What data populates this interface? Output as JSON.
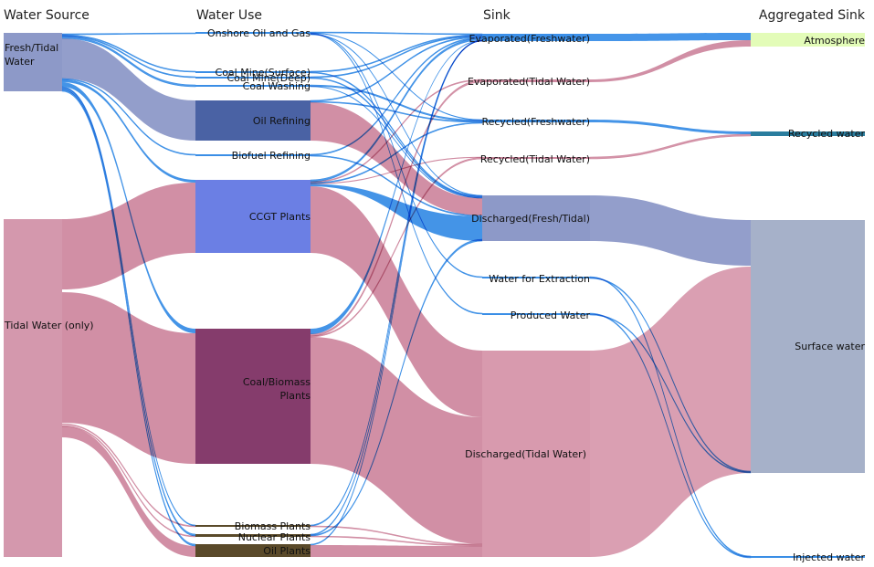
{
  "columns": {
    "source": "Water Source",
    "use": "Water Use",
    "sink": "Sink",
    "aggregated": "Aggregated Sink"
  },
  "colors": {
    "fresh_link": "#3a8ee6",
    "tidal_link": "#cf89a0",
    "fresh_tidal_node": "#8d99c8",
    "tidal_node": "#d498ad",
    "oil_refining": "#4a62a4",
    "ccgt": "#6b7fe4",
    "coal_biomass": "#853c6c",
    "oil_plants": "#5a4a2a",
    "evap_fresh": "#3b8fe8",
    "atmosphere": "#e3fcb8",
    "recycled_water": "#2a7d9e",
    "surface_water": "#a6b1c9",
    "discharged_fresh_tidal": "#8d99c8",
    "discharged_tidal": "#d89aae"
  },
  "nodes": [
    {
      "id": "fresh_tidal",
      "label": "Fresh/Tidal Water",
      "lines": [
        "Fresh/Tidal",
        "Water"
      ],
      "color": "fresh_tidal_node"
    },
    {
      "id": "tidal_only",
      "label": "Tidal Water (only)",
      "color": "tidal_node"
    },
    {
      "id": "onshore",
      "label": "Onshore Oil and Gas",
      "color": "fresh_link"
    },
    {
      "id": "coal_surface",
      "label": "Coal Mine(Surface)",
      "color": "fresh_link"
    },
    {
      "id": "coal_deep",
      "label": "Coal Mine(Deep)",
      "color": "fresh_link"
    },
    {
      "id": "coal_washing",
      "label": "Coal Washing",
      "color": "fresh_link"
    },
    {
      "id": "oil_refining",
      "label": "Oil Refining",
      "color": "oil_refining"
    },
    {
      "id": "biofuel",
      "label": "Biofuel Refining",
      "color": "fresh_link"
    },
    {
      "id": "ccgt",
      "label": "CCGT Plants",
      "color": "ccgt"
    },
    {
      "id": "coal_biomass",
      "label": "Coal/Biomass Plants",
      "lines": [
        "Coal/Biomass",
        "Plants"
      ],
      "color": "coal_biomass"
    },
    {
      "id": "biomass_plants",
      "label": "Biomass Plants",
      "color": "oil_plants"
    },
    {
      "id": "nuclear",
      "label": "Nuclear Plants",
      "color": "oil_plants"
    },
    {
      "id": "oil_plants",
      "label": "Oil Plants",
      "color": "oil_plants"
    },
    {
      "id": "evap_fresh",
      "label": "Evaporated(Freshwater)",
      "color": "evap_fresh"
    },
    {
      "id": "evap_tidal",
      "label": "Evaporated(Tidal Water)",
      "color": "tidal_link"
    },
    {
      "id": "recyc_fresh",
      "label": "Recycled(Freshwater)",
      "color": "fresh_link"
    },
    {
      "id": "recyc_tidal",
      "label": "Recycled(Tidal Water)",
      "color": "tidal_link"
    },
    {
      "id": "disch_ft",
      "label": "Discharged(Fresh/Tidal)",
      "color": "discharged_fresh_tidal"
    },
    {
      "id": "extraction",
      "label": "Water for Extraction",
      "color": "fresh_link"
    },
    {
      "id": "produced",
      "label": "Produced Water",
      "color": "fresh_link"
    },
    {
      "id": "disch_tidal",
      "label": "Discharged(Tidal Water)",
      "color": "discharged_tidal"
    },
    {
      "id": "atmosphere",
      "label": "Atmosphere",
      "color": "atmosphere"
    },
    {
      "id": "recycled_water",
      "label": "Recycled water",
      "color": "recycled_water"
    },
    {
      "id": "surface_water",
      "label": "Surface water",
      "color": "surface_water"
    },
    {
      "id": "injected",
      "label": "Injected water",
      "color": "fresh_link"
    }
  ],
  "links": [
    {
      "source": "fresh_tidal",
      "target": "onshore",
      "color": "fresh_link"
    },
    {
      "source": "fresh_tidal",
      "target": "coal_surface",
      "color": "fresh_link"
    },
    {
      "source": "fresh_tidal",
      "target": "coal_deep",
      "color": "fresh_link"
    },
    {
      "source": "fresh_tidal",
      "target": "coal_washing",
      "color": "fresh_link"
    },
    {
      "source": "fresh_tidal",
      "target": "oil_refining",
      "color": "fresh_tidal_node"
    },
    {
      "source": "fresh_tidal",
      "target": "biofuel",
      "color": "fresh_link"
    },
    {
      "source": "fresh_tidal",
      "target": "ccgt",
      "color": "fresh_link"
    },
    {
      "source": "fresh_tidal",
      "target": "coal_biomass",
      "color": "fresh_link"
    },
    {
      "source": "fresh_tidal",
      "target": "biomass_plants",
      "color": "fresh_link"
    },
    {
      "source": "fresh_tidal",
      "target": "nuclear",
      "color": "fresh_link"
    },
    {
      "source": "fresh_tidal",
      "target": "oil_plants",
      "color": "fresh_link"
    },
    {
      "source": "tidal_only",
      "target": "ccgt",
      "color": "tidal_link"
    },
    {
      "source": "tidal_only",
      "target": "coal_biomass",
      "color": "tidal_link"
    },
    {
      "source": "tidal_only",
      "target": "biomass_plants",
      "color": "tidal_link"
    },
    {
      "source": "tidal_only",
      "target": "nuclear",
      "color": "tidal_link"
    },
    {
      "source": "tidal_only",
      "target": "oil_plants",
      "color": "tidal_link"
    },
    {
      "source": "onshore",
      "target": "evap_fresh",
      "color": "fresh_link"
    },
    {
      "source": "onshore",
      "target": "recyc_fresh",
      "color": "fresh_link"
    },
    {
      "source": "onshore",
      "target": "extraction",
      "color": "fresh_link"
    },
    {
      "source": "onshore",
      "target": "produced",
      "color": "fresh_link"
    },
    {
      "source": "onshore",
      "target": "disch_ft",
      "color": "fresh_link"
    },
    {
      "source": "coal_surface",
      "target": "evap_fresh",
      "color": "fresh_link"
    },
    {
      "source": "coal_surface",
      "target": "disch_ft",
      "color": "fresh_link"
    },
    {
      "source": "coal_deep",
      "target": "evap_fresh",
      "color": "fresh_link"
    },
    {
      "source": "coal_deep",
      "target": "disch_ft",
      "color": "fresh_link"
    },
    {
      "source": "coal_washing",
      "target": "recyc_fresh",
      "color": "fresh_link"
    },
    {
      "source": "coal_washing",
      "target": "disch_ft",
      "color": "fresh_link"
    },
    {
      "source": "oil_refining",
      "target": "evap_fresh",
      "color": "fresh_link"
    },
    {
      "source": "oil_refining",
      "target": "recyc_fresh",
      "color": "fresh_link"
    },
    {
      "source": "oil_refining",
      "target": "disch_ft",
      "color": "tidal_link"
    },
    {
      "source": "biofuel",
      "target": "evap_fresh",
      "color": "fresh_link"
    },
    {
      "source": "biofuel",
      "target": "disch_ft",
      "color": "fresh_link"
    },
    {
      "source": "ccgt",
      "target": "evap_fresh",
      "color": "fresh_link"
    },
    {
      "source": "ccgt",
      "target": "evap_tidal",
      "color": "tidal_link"
    },
    {
      "source": "ccgt",
      "target": "recyc_fresh",
      "color": "fresh_link"
    },
    {
      "source": "ccgt",
      "target": "recyc_tidal",
      "color": "tidal_link"
    },
    {
      "source": "ccgt",
      "target": "disch_ft",
      "color": "fresh_link"
    },
    {
      "source": "ccgt",
      "target": "disch_tidal",
      "color": "tidal_link"
    },
    {
      "source": "coal_biomass",
      "target": "evap_fresh",
      "color": "fresh_link"
    },
    {
      "source": "coal_biomass",
      "target": "evap_tidal",
      "color": "tidal_link"
    },
    {
      "source": "coal_biomass",
      "target": "recyc_tidal",
      "color": "tidal_link"
    },
    {
      "source": "coal_biomass",
      "target": "disch_tidal",
      "color": "tidal_link"
    },
    {
      "source": "biomass_plants",
      "target": "evap_fresh",
      "color": "fresh_link"
    },
    {
      "source": "biomass_plants",
      "target": "disch_tidal",
      "color": "tidal_link"
    },
    {
      "source": "nuclear",
      "target": "evap_fresh",
      "color": "fresh_link"
    },
    {
      "source": "nuclear",
      "target": "disch_ft",
      "color": "fresh_link"
    },
    {
      "source": "nuclear",
      "target": "disch_tidal",
      "color": "tidal_link"
    },
    {
      "source": "oil_plants",
      "target": "evap_fresh",
      "color": "fresh_link"
    },
    {
      "source": "oil_plants",
      "target": "disch_tidal",
      "color": "tidal_link"
    },
    {
      "source": "evap_fresh",
      "target": "atmosphere",
      "color": "evap_fresh"
    },
    {
      "source": "evap_tidal",
      "target": "atmosphere",
      "color": "tidal_link"
    },
    {
      "source": "recyc_fresh",
      "target": "recycled_water",
      "color": "fresh_link"
    },
    {
      "source": "recyc_tidal",
      "target": "recycled_water",
      "color": "tidal_link"
    },
    {
      "source": "disch_ft",
      "target": "surface_water",
      "color": "discharged_fresh_tidal"
    },
    {
      "source": "disch_tidal",
      "target": "surface_water",
      "color": "discharged_tidal"
    },
    {
      "source": "extraction",
      "target": "injected",
      "color": "fresh_link"
    },
    {
      "source": "extraction",
      "target": "surface_water",
      "color": "fresh_link"
    },
    {
      "source": "produced",
      "target": "injected",
      "color": "fresh_link"
    },
    {
      "source": "produced",
      "target": "surface_water",
      "color": "fresh_link"
    }
  ]
}
